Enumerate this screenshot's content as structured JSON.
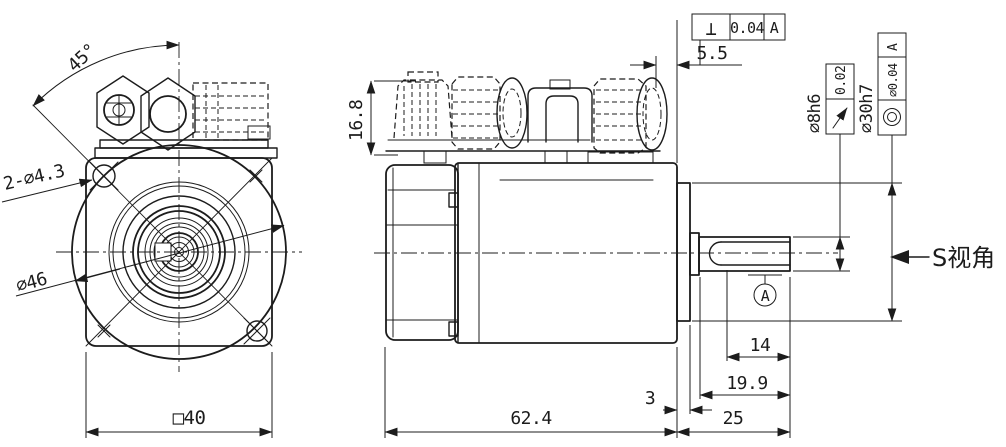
{
  "front_view": {
    "angle_dim": "45°",
    "holes_dim": "2-∅4.3",
    "flange_circle_dim": "∅46",
    "square_dim": "□40"
  },
  "side_view": {
    "connector_height_dim": "16.8",
    "flange_offset_dim": "5.5",
    "body_length_dim": "62.4",
    "spigot_length_dim": "3",
    "shaft_length_dim": "25",
    "shaft_usable_length_dim": "19.9",
    "keyway_length_dim": "14",
    "datum_label": "A",
    "view_direction_label": "S视角"
  },
  "gdt": {
    "perpendicularity": {
      "symbol": "⊥",
      "tolerance": "0.04",
      "datum": "A"
    },
    "shaft": {
      "diameter_label": "∅8h6",
      "runout_tolerance": "0.02"
    },
    "spigot": {
      "diameter_label": "∅30h7",
      "concentricity_tolerance": "∅0.04",
      "datum": "A"
    }
  },
  "colors": {
    "line": "#1c1c1c",
    "background": "#ffffff"
  }
}
